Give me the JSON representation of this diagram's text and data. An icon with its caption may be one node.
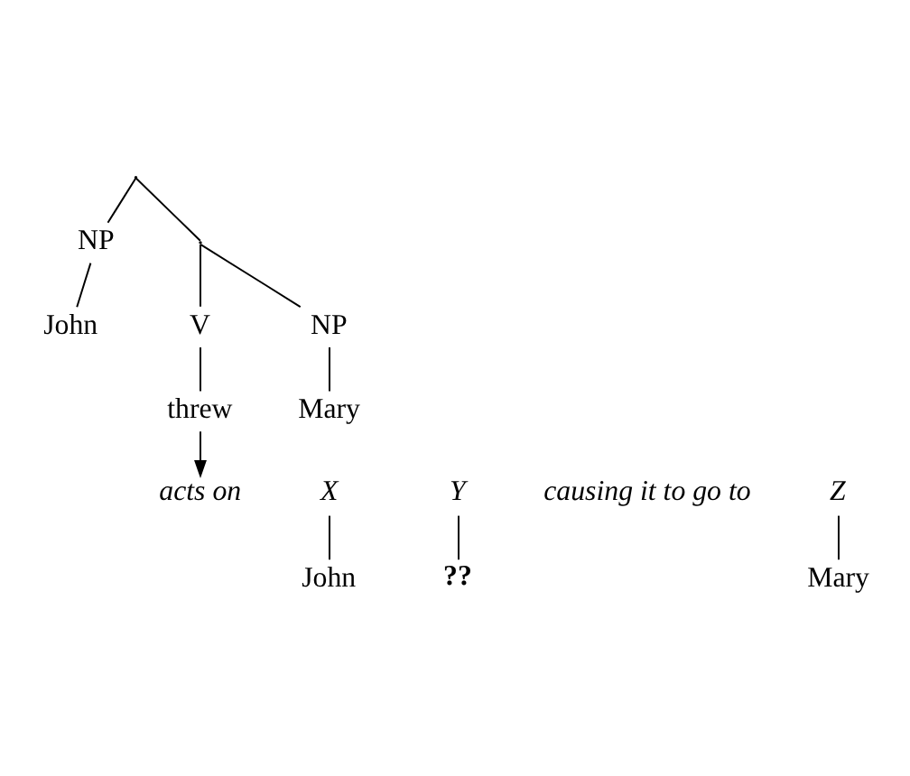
{
  "diagram": {
    "nodes": [
      {
        "text": [],
        "shape": "point"
      },
      {
        "text": [
          "NP"
        ]
      },
      {
        "text": [
          "John"
        ]
      },
      {
        "text": [],
        "shape": "point"
      },
      {
        "text": [
          "V"
        ]
      },
      {
        "text": [
          "NP"
        ]
      },
      {
        "text": [
          "threw"
        ]
      },
      {
        "text": [
          "Mary"
        ]
      },
      {
        "text": [
          "X"
        ]
      },
      {
        "text": [
          "acts on"
        ]
      },
      {
        "text": [
          "Y"
        ]
      },
      {
        "text": [
          "causing it to go to"
        ]
      },
      {
        "text": [
          "Z"
        ]
      },
      {
        "text": [
          "John"
        ]
      },
      {
        "text": [
          "??"
        ]
      },
      {
        "text": [
          "Mary"
        ]
      }
    ],
    "edges": [
      {
        "from": 0,
        "to": 1,
        "arrow": "none"
      },
      {
        "from": 0,
        "to": 3,
        "arrow": "none"
      },
      {
        "from": 1,
        "to": 2,
        "arrow": "none"
      },
      {
        "from": 3,
        "to": 4,
        "arrow": "none"
      },
      {
        "from": 3,
        "to": 5,
        "arrow": "none"
      },
      {
        "from": 4,
        "to": 6,
        "arrow": "none"
      },
      {
        "from": 5,
        "to": 7,
        "arrow": "none"
      },
      {
        "from": 6,
        "to": 9,
        "arrow": "to"
      },
      {
        "from": 8,
        "to": 13,
        "arrow": "none"
      },
      {
        "from": 10,
        "to": 14,
        "arrow": "none"
      },
      {
        "from": 12,
        "to": 15,
        "arrow": "none"
      }
    ]
  }
}
